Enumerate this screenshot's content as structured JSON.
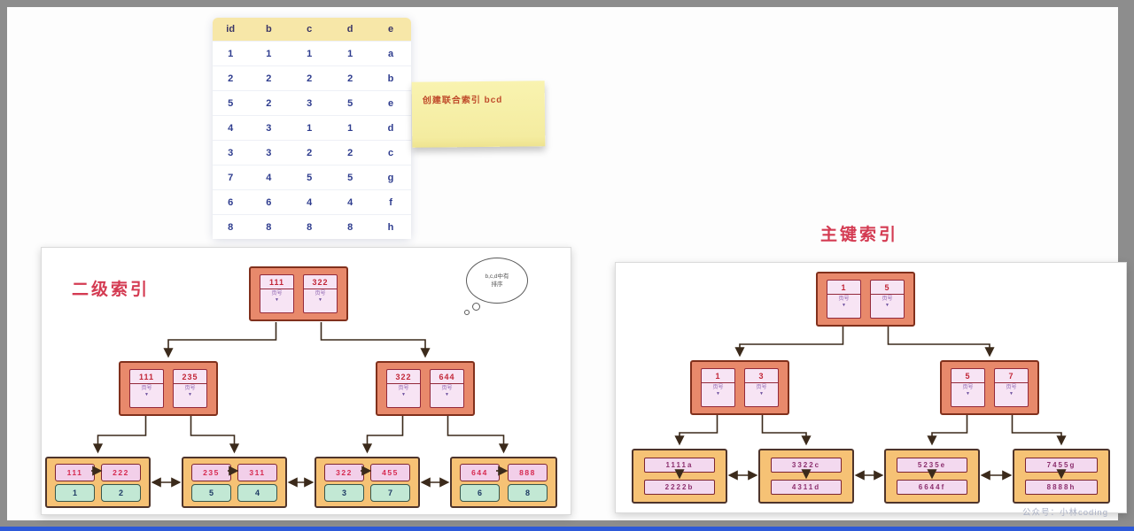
{
  "table": {
    "headers": [
      "id",
      "b",
      "c",
      "d",
      "e"
    ],
    "rows": [
      [
        "1",
        "1",
        "1",
        "1",
        "a"
      ],
      [
        "2",
        "2",
        "2",
        "2",
        "b"
      ],
      [
        "5",
        "2",
        "3",
        "5",
        "e"
      ],
      [
        "4",
        "3",
        "1",
        "1",
        "d"
      ],
      [
        "3",
        "3",
        "2",
        "2",
        "c"
      ],
      [
        "7",
        "4",
        "5",
        "5",
        "g"
      ],
      [
        "6",
        "6",
        "4",
        "4",
        "f"
      ],
      [
        "8",
        "8",
        "8",
        "8",
        "h"
      ]
    ]
  },
  "sticky_note": {
    "text": "创建联合索引 bcd"
  },
  "secondary_index": {
    "label": "二级索引",
    "bubble_lines": [
      "b,c,d中有",
      "排序"
    ],
    "page_label": "页号",
    "root": [
      "111",
      "322"
    ],
    "internal_nodes": [
      [
        "111",
        "235"
      ],
      [
        "322",
        "644"
      ]
    ],
    "leaves": [
      {
        "keys": [
          "111",
          "222"
        ],
        "ids": [
          "1",
          "2"
        ]
      },
      {
        "keys": [
          "235",
          "311"
        ],
        "ids": [
          "5",
          "4"
        ]
      },
      {
        "keys": [
          "322",
          "455"
        ],
        "ids": [
          "3",
          "7"
        ]
      },
      {
        "keys": [
          "644",
          "888"
        ],
        "ids": [
          "6",
          "8"
        ]
      }
    ]
  },
  "primary_index": {
    "label": "主键索引",
    "page_label": "页号",
    "root": [
      "1",
      "5"
    ],
    "internal_nodes": [
      [
        "1",
        "3"
      ],
      [
        "5",
        "7"
      ]
    ],
    "leaves": [
      [
        "1111a",
        "2222b"
      ],
      [
        "3322c",
        "4311d"
      ],
      [
        "5235e",
        "6644f"
      ],
      [
        "7455g",
        "8888h"
      ]
    ]
  },
  "watermark": "公众号：小林coding",
  "colors": {
    "node_bg": "#e8896b",
    "leaf_bg": "#f6c275",
    "key_text": "#c22637",
    "accent_red": "#d43b52",
    "header_yellow": "#f7e7a8",
    "bottom_bar_blue": "#2d59d8"
  }
}
